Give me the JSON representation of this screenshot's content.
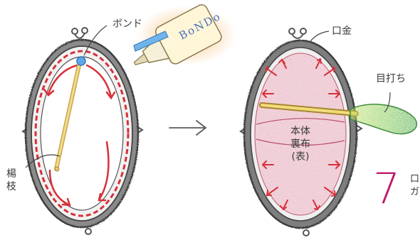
{
  "labels": {
    "bond": "ボンド",
    "frame": "口金",
    "awl": "目打ち",
    "toothpick_chars": [
      "楊",
      "枝"
    ],
    "body_lines": [
      "本体",
      "裏布",
      "(表)"
    ]
  },
  "bottle_text": "BoNDo",
  "step": {
    "number": "7",
    "text_fragments": [
      "口",
      "ガ"
    ]
  },
  "colors": {
    "accent": "#c0196b",
    "frame": "#555555",
    "glue_line": "#d8303a",
    "inner_pink": "#f1a4b8",
    "awl_handle": "#6cc04a",
    "stick": "#e8c76a"
  }
}
